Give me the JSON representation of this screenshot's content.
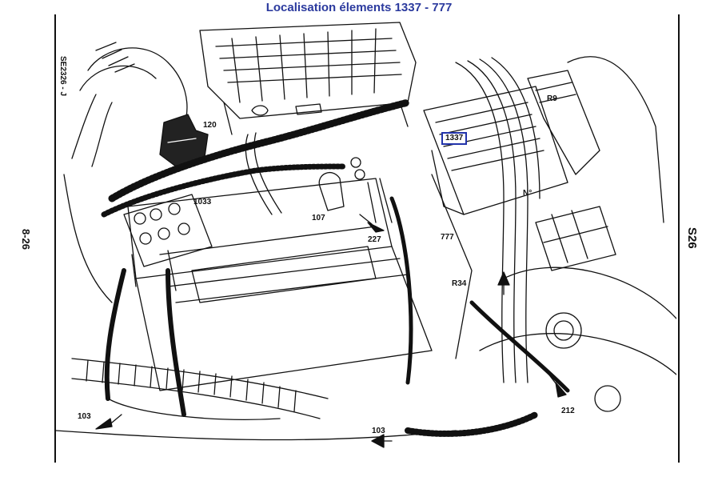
{
  "title": "Localisation élements 1337 - 777",
  "drawing_code": "SE2326 - J",
  "page_left": "8-26",
  "page_right": "S26",
  "callouts": {
    "c120": "120",
    "c1033": "1033",
    "c107": "107",
    "c227": "227",
    "c1337": "1337",
    "c777": "777",
    "cR9": "R9",
    "cN": "N°",
    "cR34": "R34",
    "c103a": "103",
    "c103b": "103",
    "c212": "212"
  },
  "colors": {
    "title": "#2b3a9e",
    "highlight_box": "#2233aa",
    "line": "#111111"
  }
}
